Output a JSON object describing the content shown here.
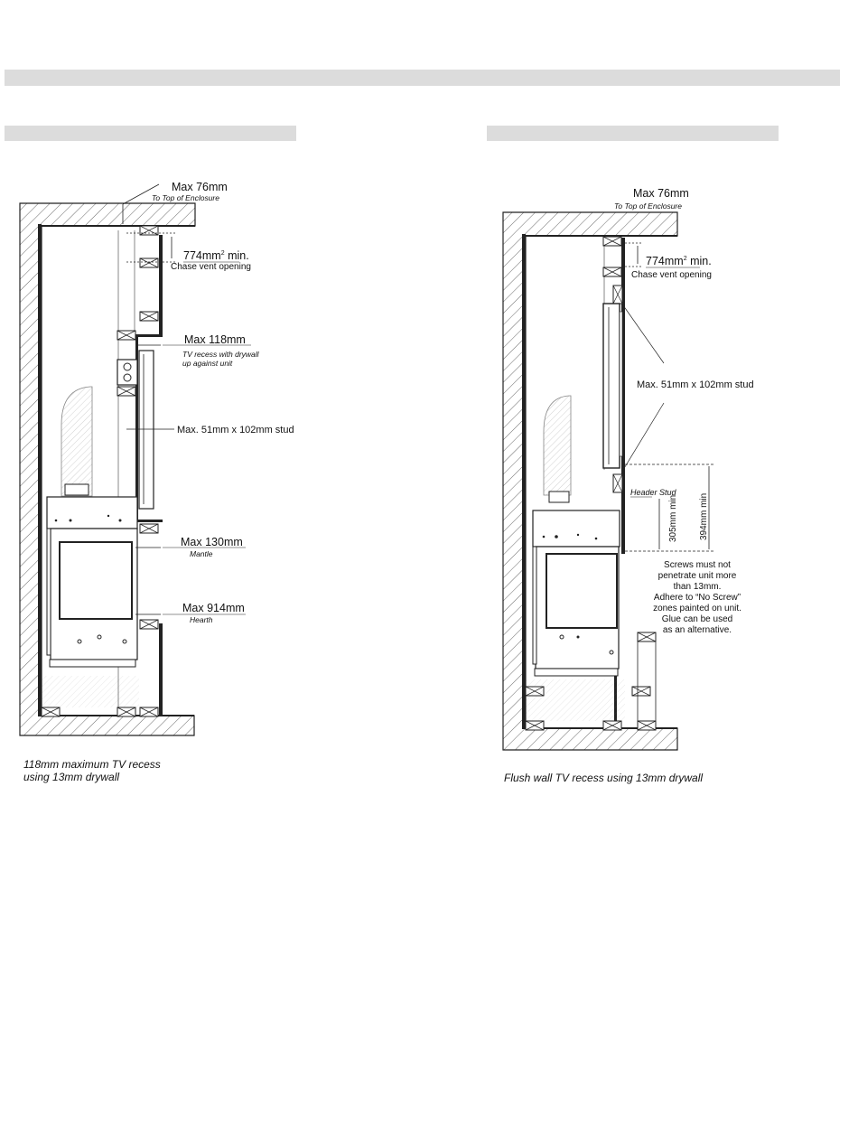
{
  "left_diagram": {
    "max_top": "Max 76mm",
    "max_top_sub": "To Top of Enclosure",
    "vent_area": "774mm",
    "vent_sup": "2",
    "vent_min": " min.",
    "vent_label": "Chase vent opening",
    "recess_max": "Max 118mm",
    "recess_sub1": "TV recess with drywall",
    "recess_sub2": "up against unit",
    "stud": "Max. 51mm x 102mm stud",
    "mantle_max": "Max 130mm",
    "mantle_label": "Mantle",
    "hearth_max": "Max 914mm",
    "hearth_label": "Hearth",
    "caption1": "118mm  maximum TV recess",
    "caption2": "using 13mm drywall"
  },
  "right_diagram": {
    "max_top": "Max 76mm",
    "max_top_sub": "To Top of Enclosure",
    "vent_area": "774mm",
    "vent_sup": "2",
    "vent_min": " min.",
    "vent_label": "Chase vent opening",
    "stud": "Max. 51mm x 102mm stud",
    "header_stud": "Header Stud",
    "dim_305": "305mm min",
    "dim_394": "394mm min",
    "note1": "Screws must not",
    "note2": "penetrate unit more",
    "note3": "than 13mm.",
    "note4": "Adhere to “No Screw”",
    "note5": "zones painted on unit.",
    "note6": "Glue can be used",
    "note7": "as an alternative.",
    "caption": "Flush wall TV recess using 13mm drywall"
  }
}
